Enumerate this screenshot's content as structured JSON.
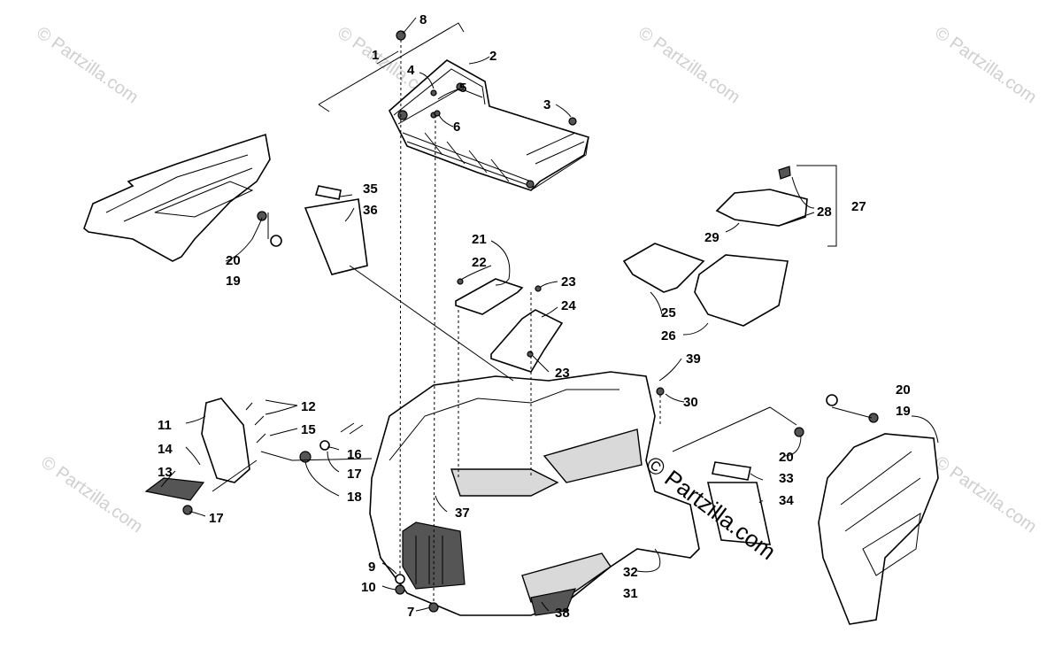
{
  "watermark": {
    "text": "© Partzilla.com",
    "main_text": "© Partzilla.com"
  },
  "callouts": [
    "1",
    "2",
    "3",
    "4",
    "5",
    "6",
    "7",
    "8",
    "9",
    "10",
    "11",
    "12",
    "13",
    "14",
    "15",
    "16",
    "17",
    "17",
    "18",
    "19",
    "19",
    "20",
    "20",
    "20",
    "21",
    "22",
    "23",
    "23",
    "24",
    "25",
    "26",
    "27",
    "28",
    "29",
    "30",
    "31",
    "32",
    "33",
    "34",
    "35",
    "36",
    "37",
    "38",
    "39"
  ]
}
